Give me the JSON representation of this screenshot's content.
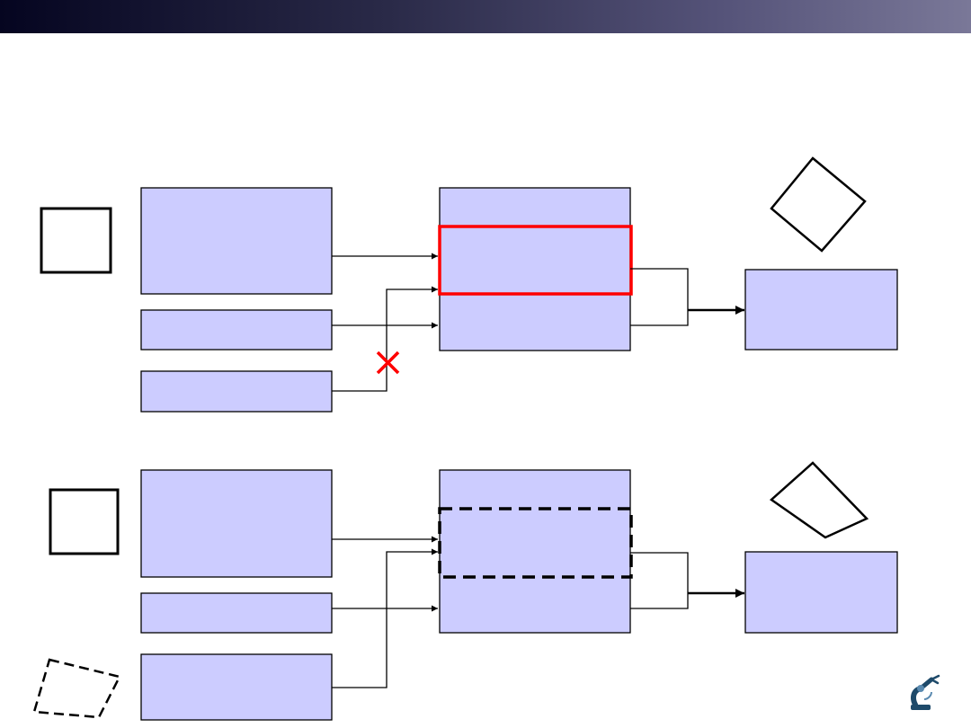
{
  "slide": {
    "title": "",
    "title_bar_color": "#0a0a28"
  },
  "diagram": {
    "box_fill": "#ccccff",
    "highlight_color": "#ff0000",
    "blocked_marker": "x-mark",
    "top_panel": {
      "shape_left": "square",
      "shape_right": "rotated-square",
      "highlight_style": "solid-red",
      "third_input_blocked": true
    },
    "bottom_panel": {
      "shape_left": "square",
      "shape_extra": "dashed-quadrilateral",
      "shape_right": "kite",
      "highlight_style": "dashed-black",
      "third_input_blocked": false
    }
  },
  "logo": {
    "icon": "robot-arm-icon"
  }
}
